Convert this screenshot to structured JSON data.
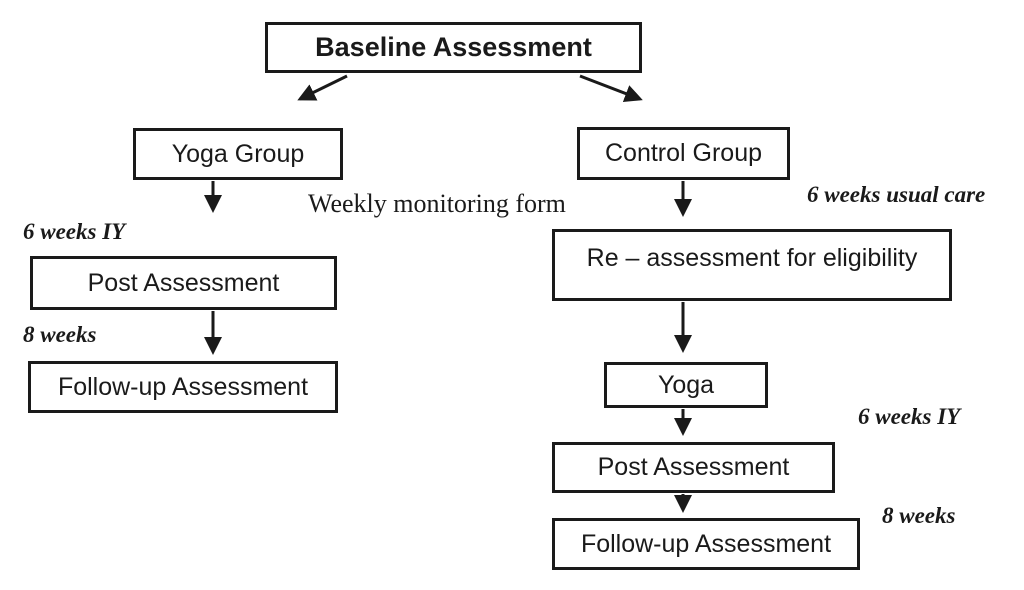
{
  "diagram": {
    "baseline": {
      "label": "Baseline Assessment"
    },
    "left": {
      "group": "Yoga Group",
      "duration1": "6 weeks IY",
      "post": "Post Assessment",
      "duration2": "8 weeks",
      "followup": "Follow-up Assessment"
    },
    "center": {
      "note": "Weekly monitoring form"
    },
    "right": {
      "group": "Control Group",
      "duration1": "6 weeks usual care",
      "reassess": "Re – assessment for eligibility",
      "yoga": "Yoga",
      "duration2": "6 weeks IY",
      "post": "Post Assessment",
      "duration3": "8 weeks",
      "followup": "Follow-up Assessment"
    },
    "colors": {
      "box_border": "#1a1a1a",
      "text": "#1a1a1a",
      "background": "#ffffff"
    }
  }
}
